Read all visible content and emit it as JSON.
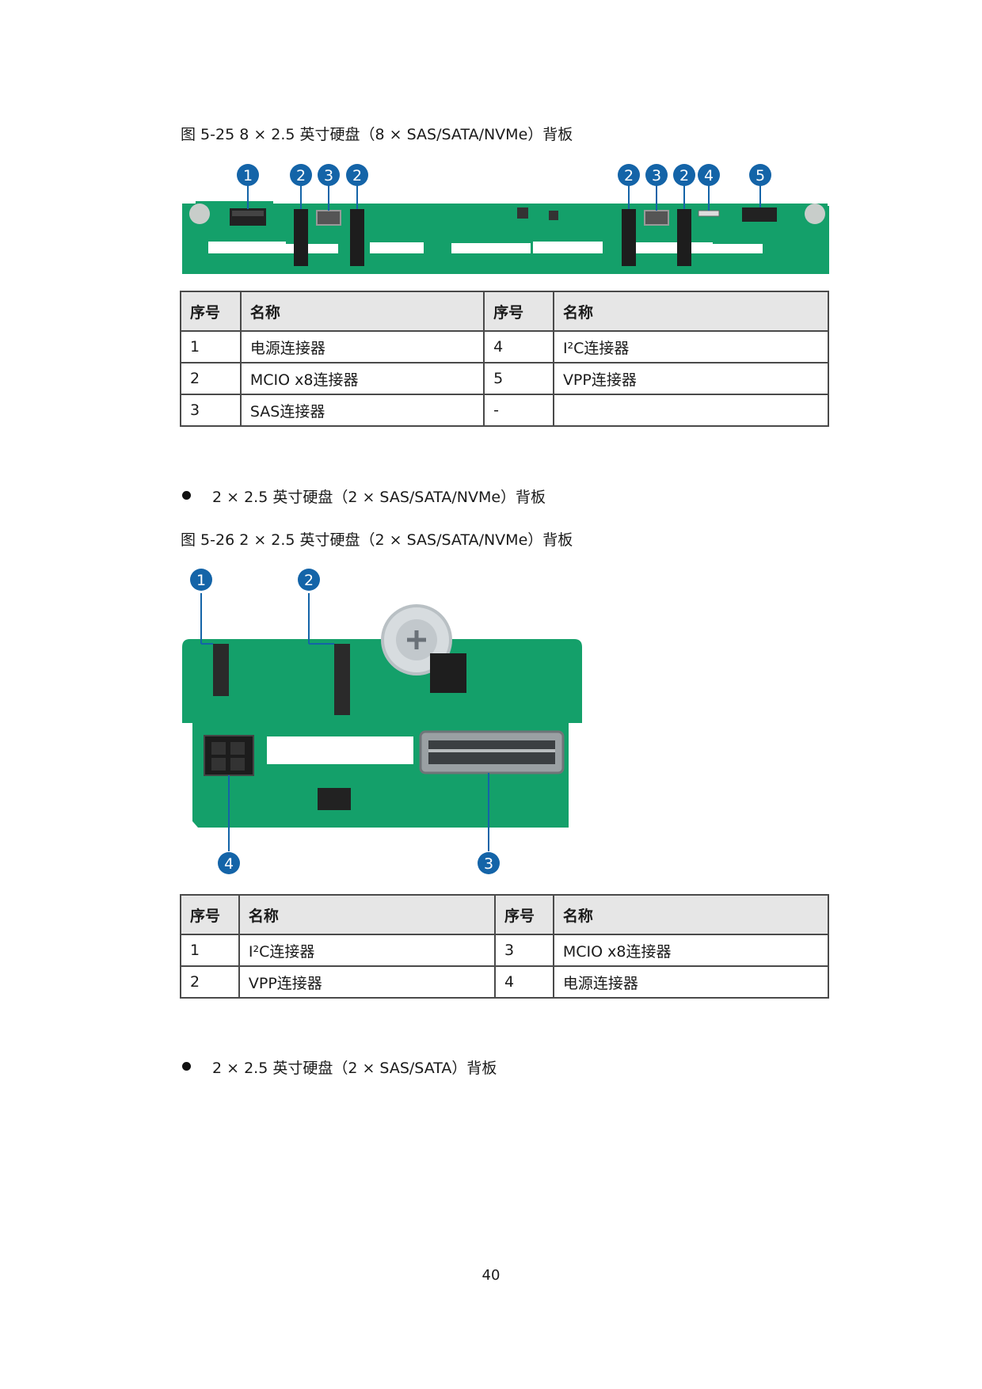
{
  "figure1": {
    "caption": "图 5-25 8 × 2.5 英寸硬盘（8 × SAS/SATA/NVMe）背板",
    "callouts": [
      "1",
      "2",
      "3",
      "2",
      "2",
      "3",
      "2",
      "4",
      "5"
    ]
  },
  "table1": {
    "headers": [
      "序号",
      "名称",
      "序号",
      "名称"
    ],
    "rows": [
      [
        "1",
        "电源连接器",
        "4",
        "I²C连接器"
      ],
      [
        "2",
        "MCIO x8连接器",
        "5",
        "VPP连接器"
      ],
      [
        "3",
        "SAS连接器",
        "-",
        ""
      ]
    ]
  },
  "bullet1": "2 × 2.5 英寸硬盘（2 × SAS/SATA/NVMe）背板",
  "figure2": {
    "caption": "图 5-26 2 × 2.5 英寸硬盘（2 × SAS/SATA/NVMe）背板",
    "callouts": [
      "1",
      "2",
      "4",
      "3"
    ]
  },
  "table2": {
    "headers": [
      "序号",
      "名称",
      "序号",
      "名称"
    ],
    "rows": [
      [
        "1",
        "I²C连接器",
        "3",
        "MCIO x8连接器"
      ],
      [
        "2",
        "VPP连接器",
        "4",
        "电源连接器"
      ]
    ]
  },
  "bullet2": "2 × 2.5 英寸硬盘（2 × SAS/SATA）背板",
  "page_number": "40",
  "colors": {
    "pcb": "#14a06a",
    "callout": "#1464a8"
  }
}
